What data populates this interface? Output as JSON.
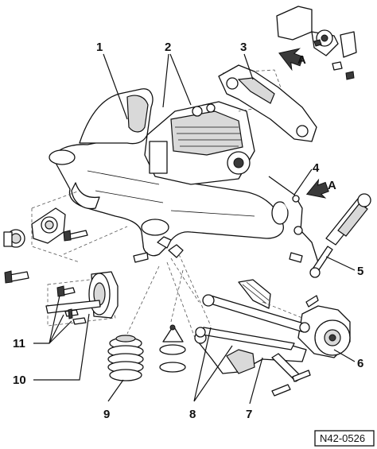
{
  "figure": {
    "reference_code": "N42-0526",
    "view_marker": "A",
    "callouts": [
      "1",
      "2",
      "3",
      "4",
      "5",
      "6",
      "7",
      "8",
      "9",
      "10",
      "11"
    ]
  },
  "colors": {
    "line": "#111111",
    "shade": "#d9d9d9",
    "dark": "#3a3a3a",
    "background": "#ffffff"
  }
}
